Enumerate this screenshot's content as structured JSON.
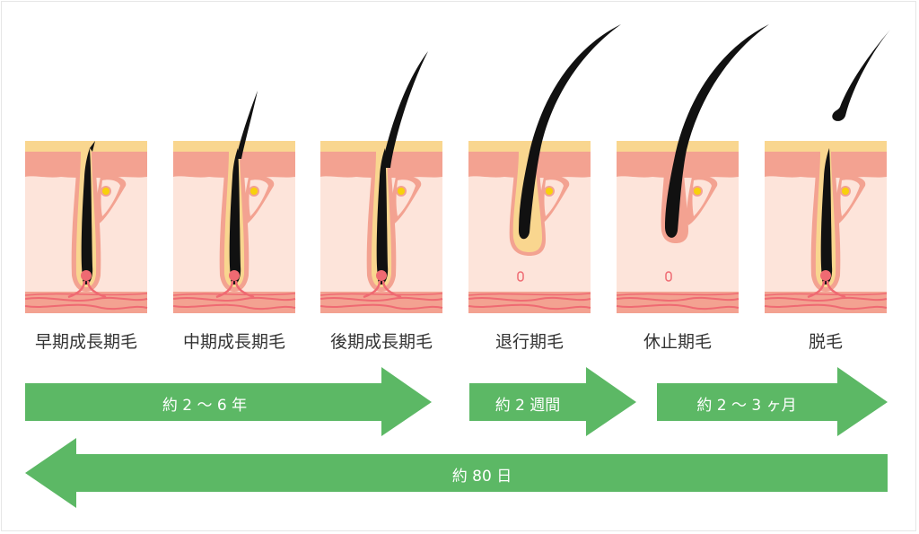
{
  "title": "毛周期 (Hair growth cycle)",
  "colors": {
    "arrow": "#5cb865",
    "skin_top": "#f9d68f",
    "epidermis": "#f3a291",
    "dermis": "#fde4da",
    "vessel": "#ef6a72",
    "hair": "#111111",
    "gland": "#f8d10b",
    "label_text": "#333333"
  },
  "stages": [
    {
      "label": "早期成長期毛",
      "phase": "anagen-early"
    },
    {
      "label": "中期成長期毛",
      "phase": "anagen-mid"
    },
    {
      "label": "後期成長期毛",
      "phase": "anagen-late"
    },
    {
      "label": "退行期毛",
      "phase": "catagen"
    },
    {
      "label": "休止期毛",
      "phase": "telogen"
    },
    {
      "label": "脱毛",
      "phase": "exogen"
    }
  ],
  "durations": [
    {
      "label": "約 2 〜 6 年",
      "direction": "right",
      "spans": "成長期"
    },
    {
      "label": "約 2 週間",
      "direction": "right",
      "spans": "退行期"
    },
    {
      "label": "約 2 〜 3 ヶ月",
      "direction": "right",
      "spans": "休止期"
    },
    {
      "label": "約 80 日",
      "direction": "left",
      "spans": "全体"
    }
  ]
}
